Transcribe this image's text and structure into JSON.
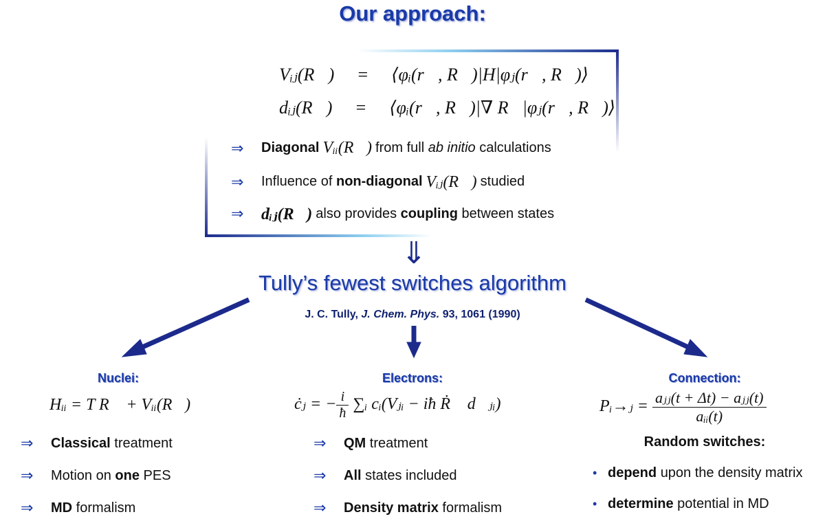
{
  "title": "Our approach:",
  "equations": {
    "v_lhs": "Vᵢⱼ(R⃗)",
    "v_rhs": "⟨φᵢ(r⃗, R⃗)|H|φⱼ(r⃗, R⃗)⟩",
    "d_lhs": "dᵢⱼ(R⃗)",
    "d_rhs": "⟨φᵢ(r⃗, R⃗)|∇ R⃗|φⱼ(r⃗, R⃗)⟩",
    "eq_sign": "="
  },
  "approach_bullets": [
    {
      "arrow": "⇒",
      "pre_bold": "Diagonal",
      "math": "Vᵢᵢ(R⃗)",
      "text1": "from full",
      "italic": "ab initio",
      "text2": "calculations"
    },
    {
      "arrow": "⇒",
      "pre": "Influence of",
      "bold": "non-diagonal",
      "math": "Vᵢⱼ(R⃗)",
      "post": "studied"
    },
    {
      "arrow": "⇒",
      "math": "dᵢⱼ(R⃗)",
      "pre": "also provides",
      "bold": "coupling",
      "post": "between states"
    }
  ],
  "down_arrow": "⇓",
  "algorithm": "Tully’s fewest switches algorithm",
  "reference": {
    "author": "J. C. Tully,",
    "journal": "J. Chem. Phys.",
    "rest": "93, 1061 (1990)"
  },
  "columns": {
    "nuclei": {
      "heading": "Nuclei:",
      "formula": "Hᵢᵢ = T R⃗ + Vᵢᵢ(R⃗)",
      "bullets": [
        {
          "arrow": "⇒",
          "bold": "Classical",
          "text": "treatment"
        },
        {
          "arrow": "⇒",
          "pre": "Motion on",
          "bold": "one",
          "text": "PES"
        },
        {
          "arrow": "⇒",
          "bold": "MD",
          "text": "formalism"
        }
      ]
    },
    "electrons": {
      "heading": "Electrons:",
      "formula_lhs": "ċⱼ = −",
      "formula_num": "i",
      "formula_den": "ħ",
      "formula_rhs": "∑ᵢ cᵢ(Vⱼᵢ − iħ Ṙ⃗ d⃗ⱼᵢ)",
      "bullets": [
        {
          "arrow": "⇒",
          "bold": "QM",
          "text": "treatment"
        },
        {
          "arrow": "⇒",
          "bold": "All",
          "text": "states included"
        },
        {
          "arrow": "⇒",
          "bold": "Density matrix",
          "text": "formalism"
        }
      ]
    },
    "connection": {
      "heading": "Connection:",
      "formula_lhs": "Pᵢ→ⱼ =",
      "formula_num": "aⱼⱼ(t + Δt) − aⱼⱼ(t)",
      "formula_den": "aᵢᵢ(t)",
      "subheading": "Random switches:",
      "bullets": [
        {
          "dot": "•",
          "bold": "depend",
          "text": "upon the density matrix"
        },
        {
          "dot": "•",
          "bold": "determine",
          "text": "potential in MD"
        }
      ]
    }
  },
  "colors": {
    "accent": "#1a3aa8",
    "frame_dark": "#1c2a8c",
    "frame_light": "#8fd0f0"
  }
}
